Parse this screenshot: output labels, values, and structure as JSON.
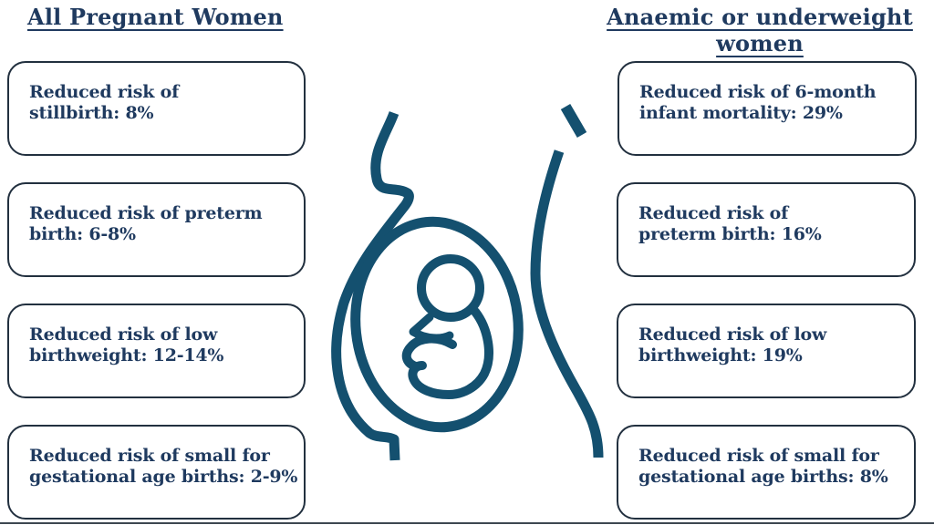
{
  "left_column": {
    "title": "All Pregnant Women",
    "boxes": [
      {
        "line1": "Reduced risk of",
        "line2": "stillbirth: 8%"
      },
      {
        "line1": "Reduced risk of preterm",
        "line2": "birth: 6-8%"
      },
      {
        "line1": "Reduced risk of low",
        "line2": "birthweight: 12-14%"
      },
      {
        "line1": "Reduced risk of small for",
        "line2": "gestational age births: 2-9%"
      }
    ]
  },
  "right_column": {
    "title_line1": "Anaemic or underweight",
    "title_line2": "women",
    "boxes": [
      {
        "line1": "Reduced risk of 6-month",
        "line2": "infant mortality: 29%"
      },
      {
        "line1": "Reduced risk of",
        "line2": "preterm birth: 16%"
      },
      {
        "line1": "Reduced risk of low",
        "line2": "birthweight: 19%"
      },
      {
        "line1": "Reduced risk of small for",
        "line2": "gestational age births: 8%"
      }
    ]
  },
  "illustration": {
    "description": "pregnant-woman-silhouette-with-fetus-in-womb",
    "line_color": "#14506f"
  },
  "colors": {
    "text": "#1f3a5f",
    "box_border": "#22303f",
    "background": "#ffffff",
    "bottom_rule": "#3d4751"
  }
}
